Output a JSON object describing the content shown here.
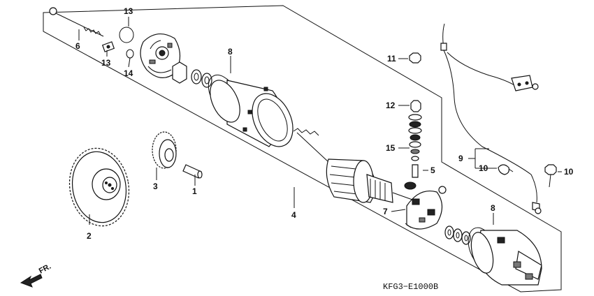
{
  "diagram": {
    "code": "KFG3−E1000B",
    "direction": "FR.",
    "callouts": [
      {
        "id": "c1",
        "text": "1"
      },
      {
        "id": "c2",
        "text": "2"
      },
      {
        "id": "c3",
        "text": "3"
      },
      {
        "id": "c4",
        "text": "4"
      },
      {
        "id": "c5",
        "text": "5"
      },
      {
        "id": "c6",
        "text": "6"
      },
      {
        "id": "c7",
        "text": "7"
      },
      {
        "id": "c8a",
        "text": "8"
      },
      {
        "id": "c8b",
        "text": "8"
      },
      {
        "id": "c9",
        "text": "9"
      },
      {
        "id": "c10a",
        "text": "10"
      },
      {
        "id": "c10b",
        "text": "10"
      },
      {
        "id": "c11",
        "text": "11"
      },
      {
        "id": "c12",
        "text": "12"
      },
      {
        "id": "c13a",
        "text": "13"
      },
      {
        "id": "c13b",
        "text": "13"
      },
      {
        "id": "c14",
        "text": "14"
      },
      {
        "id": "c15",
        "text": "15"
      }
    ]
  }
}
